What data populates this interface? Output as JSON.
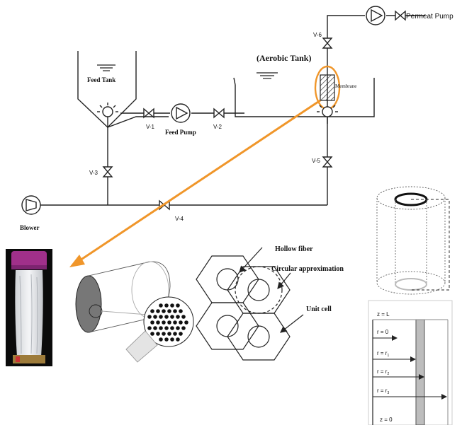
{
  "diagram": {
    "labels": {
      "permeat_pump": "Permeat Pump",
      "v6": "V-6",
      "aerobic_tank": "(Aerobic Tank)",
      "membrane": "Membrane",
      "feed_tank": "Feed Tank",
      "v1": "V-1",
      "feed_pump": "Feed Pump",
      "v2": "V-2",
      "v3": "V-3",
      "v5": "V-5",
      "v4": "V-4",
      "blower": "Blower",
      "hollow_fiber": "Hollow fiber",
      "circular_approximation": "Circular approximation",
      "unit_cell": "Unit cell"
    },
    "axis_labels": {
      "z_l": "z = L",
      "r_0": "r = 0",
      "r_1_base": "r = r",
      "r_1_sub": "1",
      "r_2_base": "r = r",
      "r_2_sub": "2",
      "r_3_base": "r = r",
      "r_3_sub": "3",
      "z_0": "z = 0"
    },
    "colors": {
      "line": "#222222",
      "orange": "#f0962a",
      "membrane_gray": "#bdbdbd",
      "cap_purple": "#a0308a"
    }
  }
}
